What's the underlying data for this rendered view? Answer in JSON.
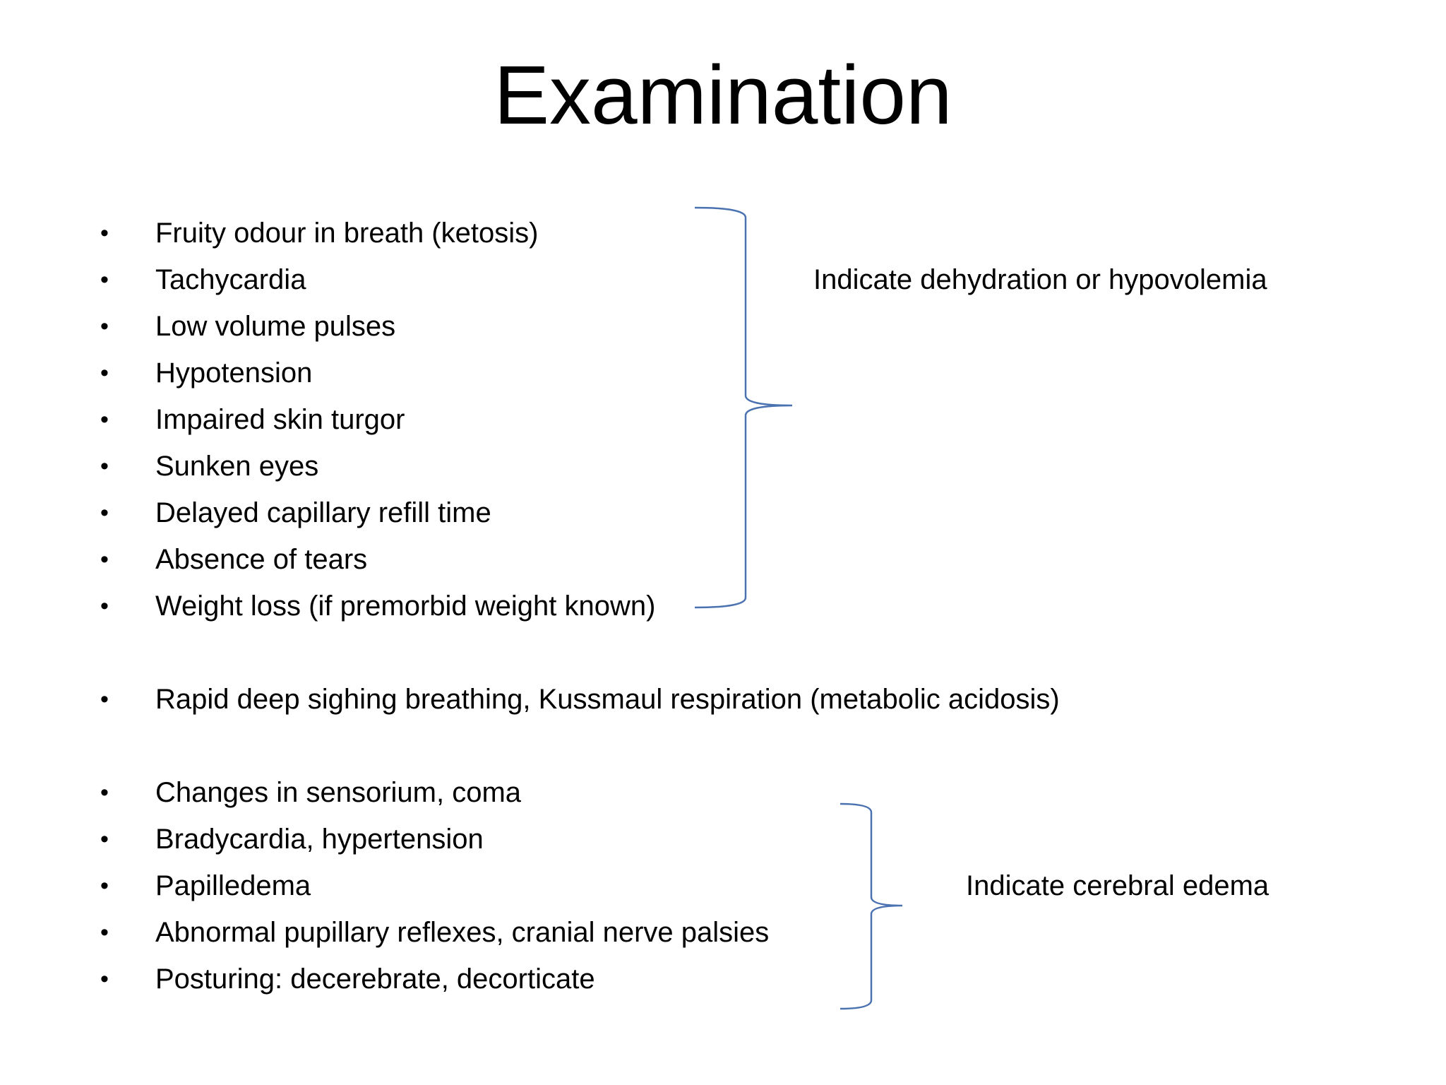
{
  "slide": {
    "title": "Examination",
    "groups": [
      {
        "items": [
          "Fruity odour in breath (ketosis)",
          "Tachycardia",
          "Low volume pulses",
          "Hypotension",
          "Impaired skin turgor",
          "Sunken eyes",
          "Delayed capillary refill time",
          "Absence of tears",
          "Weight loss (if premorbid weight known)"
        ],
        "annotation": "Indicate dehydration or hypovolemia"
      },
      {
        "items": [
          "Rapid deep sighing breathing, Kussmaul respiration (metabolic acidosis)"
        ]
      },
      {
        "items": [
          "Changes in sensorium, coma",
          "Bradycardia, hypertension",
          "Papilledema",
          "Abnormal pupillary reflexes, cranial nerve palsies",
          "Posturing: decerebrate, decorticate"
        ],
        "annotation": "Indicate cerebral edema"
      }
    ],
    "bullet_glyph": "•",
    "brace_color": "#4a72b0"
  }
}
